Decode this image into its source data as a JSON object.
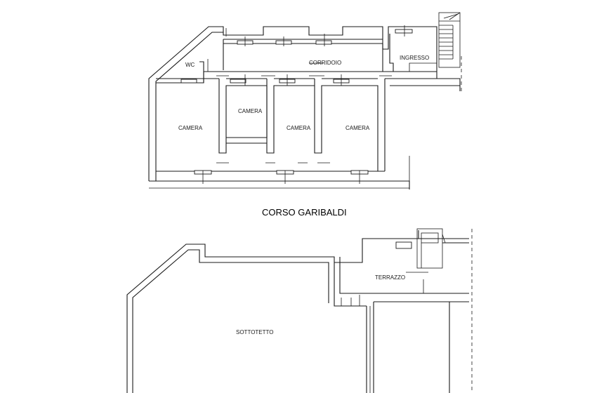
{
  "plan_top": {
    "rooms": {
      "wc": "WC",
      "corridoio": "CORRIDOIO",
      "ingresso": "INGRESSO",
      "camera_1": "CAMERA",
      "camera_2": "CAMERA",
      "camera_3": "CAMERA",
      "camera_4": "CAMERA"
    }
  },
  "street_label": "CORSO GARIBALDI",
  "plan_bottom": {
    "rooms": {
      "terrazzo": "TERRAZZO",
      "sottotetto": "SOTTOTETTO"
    }
  }
}
